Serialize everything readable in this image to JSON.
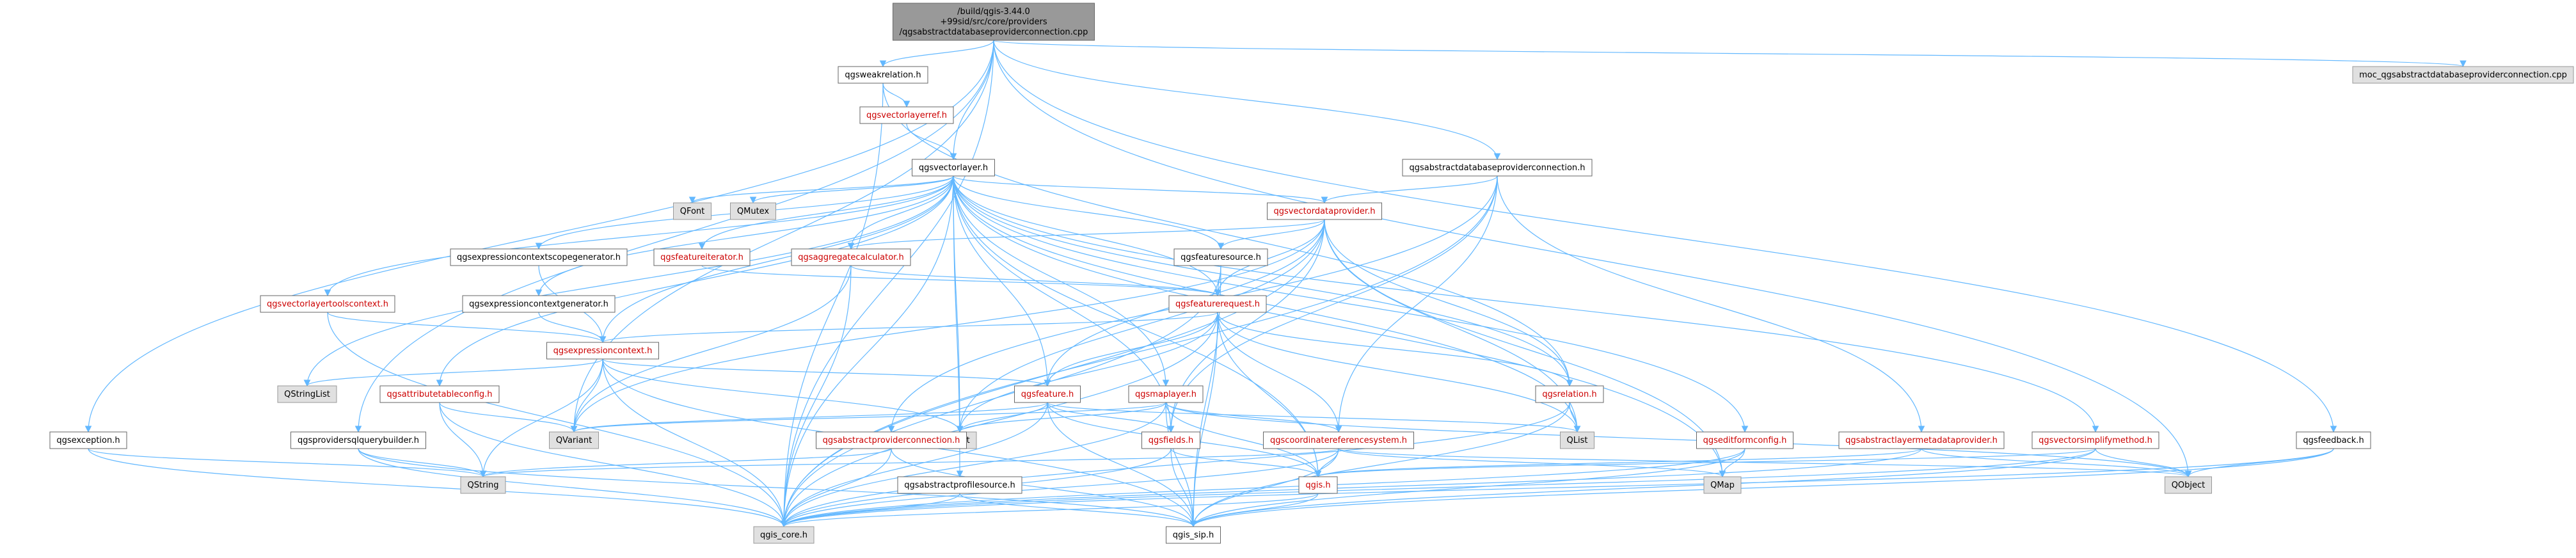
{
  "colors": {
    "root_fill": "#999999",
    "root_border": "#666666",
    "doc_fill": "#ffffff",
    "doc_border": "#666666",
    "external_fill": "#e0e0e0",
    "external_border": "#999999",
    "red_text": "#cc0000",
    "text": "#000000",
    "edge": "#63b8ff"
  },
  "diagram": {
    "nodes": [
      {
        "id": "root",
        "lines": [
          "/build/qgis-3.44.0",
          "+99sid/src/core/providers",
          "/qgsabstractdatabaseproviderconnection.cpp"
        ],
        "style": "root"
      },
      {
        "id": "qgsweakrelation",
        "lines": [
          "qgsweakrelation.h"
        ],
        "style": "doc"
      },
      {
        "id": "moc",
        "lines": [
          "moc_qgsabstractdatabaseproviderconnection.cpp"
        ],
        "style": "ext"
      },
      {
        "id": "qgsvectorlayerref",
        "lines": [
          "qgsvectorlayerref.h"
        ],
        "style": "red"
      },
      {
        "id": "qgsvectorlayer",
        "lines": [
          "qgsvectorlayer.h"
        ],
        "style": "doc"
      },
      {
        "id": "qgsabstractdbconn",
        "lines": [
          "qgsabstractdatabaseproviderconnection.h"
        ],
        "style": "doc"
      },
      {
        "id": "QFont",
        "lines": [
          "QFont"
        ],
        "style": "ext"
      },
      {
        "id": "QMutex",
        "lines": [
          "QMutex"
        ],
        "style": "ext"
      },
      {
        "id": "qgsvectordataprovider",
        "lines": [
          "qgsvectordataprovider.h"
        ],
        "style": "red"
      },
      {
        "id": "qgsexprctxscopegen",
        "lines": [
          "qgsexpressioncontextscopegenerator.h"
        ],
        "style": "doc"
      },
      {
        "id": "qgsfeatureiterator",
        "lines": [
          "qgsfeatureiterator.h"
        ],
        "style": "red"
      },
      {
        "id": "qgsaggregatecalculator",
        "lines": [
          "qgsaggregatecalculator.h"
        ],
        "style": "red"
      },
      {
        "id": "qgsfeaturesource",
        "lines": [
          "qgsfeaturesource.h"
        ],
        "style": "doc"
      },
      {
        "id": "qgsvectorlayertoolscontext",
        "lines": [
          "qgsvectorlayertoolscontext.h"
        ],
        "style": "red"
      },
      {
        "id": "qgsexprctxgen",
        "lines": [
          "qgsexpressioncontextgenerator.h"
        ],
        "style": "doc"
      },
      {
        "id": "qgsfeaturerequest",
        "lines": [
          "qgsfeaturerequest.h"
        ],
        "style": "red"
      },
      {
        "id": "qgsexpressioncontext",
        "lines": [
          "qgsexpressioncontext.h"
        ],
        "style": "red"
      },
      {
        "id": "QStringList",
        "lines": [
          "QStringList"
        ],
        "style": "ext"
      },
      {
        "id": "qgsattributetableconfig",
        "lines": [
          "qgsattributetableconfig.h"
        ],
        "style": "red"
      },
      {
        "id": "qgsfeature",
        "lines": [
          "qgsfeature.h"
        ],
        "style": "red"
      },
      {
        "id": "qgsmaplayer",
        "lines": [
          "qgsmaplayer.h"
        ],
        "style": "red"
      },
      {
        "id": "qgsrelation",
        "lines": [
          "qgsrelation.h"
        ],
        "style": "red"
      },
      {
        "id": "qgsexception",
        "lines": [
          "qgsexception.h"
        ],
        "style": "doc"
      },
      {
        "id": "qgsprovidersqlquerybuilder",
        "lines": [
          "qgsprovidersqlquerybuilder.h"
        ],
        "style": "doc"
      },
      {
        "id": "QVariant",
        "lines": [
          "QVariant"
        ],
        "style": "ext"
      },
      {
        "id": "QSet",
        "lines": [
          "QSet"
        ],
        "style": "ext"
      },
      {
        "id": "qgsabstractproviderconnection",
        "lines": [
          "qgsabstractproviderconnection.h"
        ],
        "style": "red"
      },
      {
        "id": "qgsfields",
        "lines": [
          "qgsfields.h"
        ],
        "style": "red"
      },
      {
        "id": "qgscrs",
        "lines": [
          "qgscoordinatereferencesystem.h"
        ],
        "style": "red"
      },
      {
        "id": "QList",
        "lines": [
          "QList"
        ],
        "style": "ext"
      },
      {
        "id": "qgseditformconfig",
        "lines": [
          "qgseditformconfig.h"
        ],
        "style": "red"
      },
      {
        "id": "qgsabstractlayermetadataprovider",
        "lines": [
          "qgsabstractlayermetadataprovider.h"
        ],
        "style": "red"
      },
      {
        "id": "qgsvectorsimplifymethod",
        "lines": [
          "qgsvectorsimplifymethod.h"
        ],
        "style": "red"
      },
      {
        "id": "qgsfeedback",
        "lines": [
          "qgsfeedback.h"
        ],
        "style": "doc"
      },
      {
        "id": "QString",
        "lines": [
          "QString"
        ],
        "style": "ext"
      },
      {
        "id": "qgsabstractprofilesource",
        "lines": [
          "qgsabstractprofilesource.h"
        ],
        "style": "doc"
      },
      {
        "id": "qgis",
        "lines": [
          "qgis.h"
        ],
        "style": "red"
      },
      {
        "id": "QMap",
        "lines": [
          "QMap"
        ],
        "style": "ext"
      },
      {
        "id": "QObject",
        "lines": [
          "QObject"
        ],
        "style": "ext"
      },
      {
        "id": "qgis_core",
        "lines": [
          "qgis_core.h"
        ],
        "style": "ext"
      },
      {
        "id": "qgis_sip",
        "lines": [
          "qgis_sip.h"
        ],
        "style": "doc"
      }
    ],
    "edges": [
      [
        "root",
        "qgsweakrelation"
      ],
      [
        "root",
        "moc"
      ],
      [
        "root",
        "qgsvectorlayer"
      ],
      [
        "root",
        "qgsabstractdbconn"
      ],
      [
        "root",
        "qgsexception"
      ],
      [
        "root",
        "qgsprovidersqlquerybuilder"
      ],
      [
        "root",
        "QVariant"
      ],
      [
        "root",
        "QObject"
      ],
      [
        "root",
        "qgsfeedback"
      ],
      [
        "root",
        "qgis_core"
      ],
      [
        "qgsweakrelation",
        "qgsvectorlayerref"
      ],
      [
        "qgsweakrelation",
        "qgsrelation"
      ],
      [
        "qgsweakrelation",
        "qgis_core"
      ],
      [
        "qgsvectorlayerref",
        "qgsvectorlayer"
      ],
      [
        "qgsvectorlayer",
        "QFont"
      ],
      [
        "qgsvectorlayer",
        "QMutex"
      ],
      [
        "qgsvectorlayer",
        "qgsvectordataprovider"
      ],
      [
        "qgsvectorlayer",
        "qgsexprctxscopegen"
      ],
      [
        "qgsvectorlayer",
        "qgsfeatureiterator"
      ],
      [
        "qgsvectorlayer",
        "qgsaggregatecalculator"
      ],
      [
        "qgsvectorlayer",
        "qgsfeaturesource"
      ],
      [
        "qgsvectorlayer",
        "qgsvectorlayertoolscontext"
      ],
      [
        "qgsvectorlayer",
        "qgsexprctxgen"
      ],
      [
        "qgsvectorlayer",
        "qgsfeaturerequest"
      ],
      [
        "qgsvectorlayer",
        "qgsexpressioncontext"
      ],
      [
        "qgsvectorlayer",
        "QStringList"
      ],
      [
        "qgsvectorlayer",
        "qgsattributetableconfig"
      ],
      [
        "qgsvectorlayer",
        "qgsfeature"
      ],
      [
        "qgsvectorlayer",
        "qgsmaplayer"
      ],
      [
        "qgsvectorlayer",
        "qgsfields"
      ],
      [
        "qgsvectorlayer",
        "QSet"
      ],
      [
        "qgsvectorlayer",
        "QList"
      ],
      [
        "qgsvectorlayer",
        "qgseditformconfig"
      ],
      [
        "qgsvectorlayer",
        "qgsabstractprofilesource"
      ],
      [
        "qgsvectorlayer",
        "qgis"
      ],
      [
        "qgsvectorlayer",
        "QMap"
      ],
      [
        "qgsvectorlayer",
        "qgsvectorsimplifymethod"
      ],
      [
        "qgsvectorlayer",
        "qgis_core"
      ],
      [
        "qgsvectorlayer",
        "qgsrelation"
      ],
      [
        "qgsabstractdbconn",
        "qgsabstractproviderconnection"
      ],
      [
        "qgsabstractdbconn",
        "qgscrs"
      ],
      [
        "qgsabstractdbconn",
        "qgsvectordataprovider"
      ],
      [
        "qgsabstractdbconn",
        "qgsabstractlayermetadataprovider"
      ],
      [
        "qgsabstractdbconn",
        "qgsfields"
      ],
      [
        "qgsabstractdbconn",
        "qgis_core"
      ],
      [
        "qgsvectordataprovider",
        "qgsaggregatecalculator"
      ],
      [
        "qgsvectordataprovider",
        "qgsfeaturesource"
      ],
      [
        "qgsvectordataprovider",
        "qgsfeaturerequest"
      ],
      [
        "qgsvectordataprovider",
        "qgsfeature"
      ],
      [
        "qgsvectordataprovider",
        "qgsrelation"
      ],
      [
        "qgsvectordataprovider",
        "QSet"
      ],
      [
        "qgsvectordataprovider",
        "QList"
      ],
      [
        "qgsvectordataprovider",
        "QMap"
      ],
      [
        "qgsvectordataprovider",
        "qgis_core"
      ],
      [
        "qgsvectordataprovider",
        "QVariant"
      ],
      [
        "qgsvectordataprovider",
        "qgsfields"
      ],
      [
        "qgsexprctxscopegen",
        "qgsexpressioncontext"
      ],
      [
        "qgsfeatureiterator",
        "qgsfeaturerequest"
      ],
      [
        "qgsaggregatecalculator",
        "qgsfeaturerequest"
      ],
      [
        "qgsaggregatecalculator",
        "qgis_core"
      ],
      [
        "qgsaggregatecalculator",
        "QVariant"
      ],
      [
        "qgsfeaturesource",
        "qgsfeaturerequest"
      ],
      [
        "qgsfeaturesource",
        "qgis_core"
      ],
      [
        "qgsfeaturesource",
        "qgis_sip"
      ],
      [
        "qgsvectorlayertoolscontext",
        "qgsexpressioncontext"
      ],
      [
        "qgsvectorlayertoolscontext",
        "qgis_core"
      ],
      [
        "qgsexprctxgen",
        "qgsexpressioncontext"
      ],
      [
        "qgsfeaturerequest",
        "qgsexpressioncontext"
      ],
      [
        "qgsfeaturerequest",
        "qgsfeature"
      ],
      [
        "qgsfeaturerequest",
        "qgscrs"
      ],
      [
        "qgsfeaturerequest",
        "qgis"
      ],
      [
        "qgsfeaturerequest",
        "QList"
      ],
      [
        "qgsfeaturerequest",
        "qgis_core"
      ],
      [
        "qgsfeaturerequest",
        "qgis_sip"
      ],
      [
        "qgsfeaturerequest",
        "QSet"
      ],
      [
        "qgsfeaturerequest",
        "qgsrelation"
      ],
      [
        "qgsexpressioncontext",
        "QStringList"
      ],
      [
        "qgsexpressioncontext",
        "QVariant"
      ],
      [
        "qgsexpressioncontext",
        "QString"
      ],
      [
        "qgsexpressioncontext",
        "QSet"
      ],
      [
        "qgsexpressioncontext",
        "qgsfeature"
      ],
      [
        "qgsexpressioncontext",
        "qgis_core"
      ],
      [
        "qgsexpressioncontext",
        "qgis_sip"
      ],
      [
        "qgsattributetableconfig",
        "QString"
      ],
      [
        "qgsattributetableconfig",
        "QVariant"
      ],
      [
        "qgsattributetableconfig",
        "qgis_core"
      ],
      [
        "qgsfeature",
        "qgsfields"
      ],
      [
        "qgsfeature",
        "QVariant"
      ],
      [
        "qgsfeature",
        "QSet"
      ],
      [
        "qgsfeature",
        "QList"
      ],
      [
        "qgsfeature",
        "qgis"
      ],
      [
        "qgsfeature",
        "qgis_core"
      ],
      [
        "qgsfeature",
        "qgis_sip"
      ],
      [
        "qgsmaplayer",
        "qgscrs"
      ],
      [
        "qgsmaplayer",
        "QSet"
      ],
      [
        "qgsmaplayer",
        "qgis"
      ],
      [
        "qgsmaplayer",
        "QObject"
      ],
      [
        "qgsmaplayer",
        "qgis_core"
      ],
      [
        "qgsmaplayer",
        "qgis_sip"
      ],
      [
        "qgsmaplayer",
        "QVariant"
      ],
      [
        "qgsrelation",
        "QList"
      ],
      [
        "qgsrelation",
        "qgis_core"
      ],
      [
        "qgsrelation",
        "qgis_sip"
      ],
      [
        "qgsexception",
        "QString"
      ],
      [
        "qgsexception",
        "qgis_core"
      ],
      [
        "qgsprovidersqlquerybuilder",
        "QString"
      ],
      [
        "qgsprovidersqlquerybuilder",
        "qgis_core"
      ],
      [
        "qgsprovidersqlquerybuilder",
        "qgis_sip"
      ],
      [
        "qgsabstractproviderconnection",
        "QString"
      ],
      [
        "qgsabstractproviderconnection",
        "qgis_core"
      ],
      [
        "qgsabstractproviderconnection",
        "qgis_sip"
      ],
      [
        "qgsfields",
        "qgis"
      ],
      [
        "qgsfields",
        "qgis_core"
      ],
      [
        "qgsfields",
        "qgis_sip"
      ],
      [
        "qgscrs",
        "QString"
      ],
      [
        "qgscrs",
        "QMap"
      ],
      [
        "qgscrs",
        "qgis"
      ],
      [
        "qgscrs",
        "qgis_core"
      ],
      [
        "qgscrs",
        "qgis_sip"
      ],
      [
        "qgscrs",
        "QObject"
      ],
      [
        "qgseditformconfig",
        "QMap"
      ],
      [
        "qgseditformconfig",
        "qgis_core"
      ],
      [
        "qgseditformconfig",
        "qgis_sip"
      ],
      [
        "qgsabstractlayermetadataprovider",
        "QObject"
      ],
      [
        "qgsabstractlayermetadataprovider",
        "qgis"
      ],
      [
        "qgsabstractlayermetadataprovider",
        "qgis_core"
      ],
      [
        "qgsvectorsimplifymethod",
        "QObject"
      ],
      [
        "qgsvectorsimplifymethod",
        "qgis"
      ],
      [
        "qgsvectorsimplifymethod",
        "qgis_core"
      ],
      [
        "qgsvectorsimplifymethod",
        "qgis_sip"
      ],
      [
        "qgsfeedback",
        "QObject"
      ],
      [
        "qgsfeedback",
        "qgis_core"
      ],
      [
        "qgsfeedback",
        "qgis_sip"
      ],
      [
        "qgsabstractprofilesource",
        "qgis_core"
      ],
      [
        "qgsabstractprofilesource",
        "qgis_sip"
      ],
      [
        "qgis",
        "qgis_core"
      ],
      [
        "qgis",
        "qgis_sip"
      ]
    ]
  }
}
